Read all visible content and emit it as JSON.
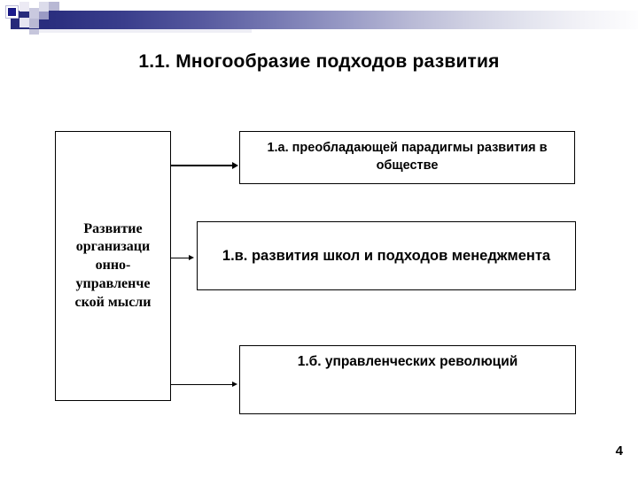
{
  "slide": {
    "title": "1.1. Многообразие подходов развития",
    "page_number": "4",
    "accent_color": "#262a7a",
    "background_color": "#ffffff",
    "header": {
      "gradient_from": "#262a7a",
      "gradient_to": "#fdfdfe",
      "marker_color": "#15157e"
    }
  },
  "diagram": {
    "source_node": {
      "label": "Развитие организаци онно-управленче ской мысли"
    },
    "target_nodes": [
      {
        "id": "1a",
        "label": "1.а. преобладающей парадигмы развития в обществе"
      },
      {
        "id": "1v",
        "label": "1.в. развития школ  и подходов менеджмента"
      },
      {
        "id": "1b",
        "label": "1.б. управленческих революций"
      }
    ],
    "connector_labels": [
      "",
      "",
      ""
    ]
  }
}
